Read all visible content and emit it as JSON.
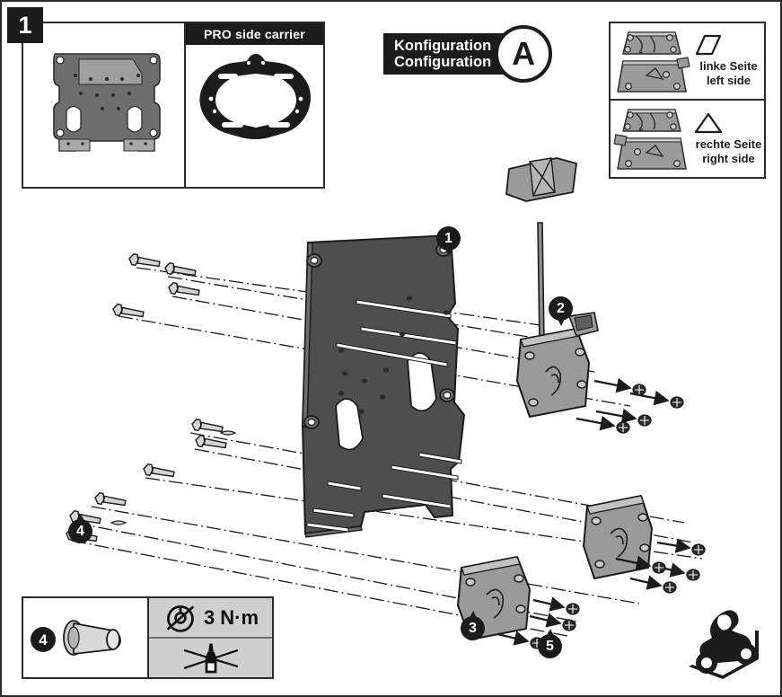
{
  "step": {
    "number": "1"
  },
  "parts_panel": {
    "left_cell": {
      "part_name": "adapter-plate",
      "header": ""
    },
    "right_cell": {
      "header": "PRO side carrier",
      "part_name": "pro-side-carrier"
    }
  },
  "configuration": {
    "label_de": "Konfiguration",
    "label_en": "Configuration",
    "letter": "A"
  },
  "legend": {
    "rows": [
      {
        "symbol": "parallelogram",
        "label_de": "linke Seite",
        "label_en": "left side"
      },
      {
        "symbol": "triangle",
        "label_de": "rechte Seite",
        "label_en": "right side"
      }
    ]
  },
  "callouts": [
    {
      "number": "1",
      "target": "adapter-plate"
    },
    {
      "number": "2",
      "target": "upper-bracket"
    },
    {
      "number": "3",
      "target": "lower-bracket"
    },
    {
      "number": "4",
      "target": "screws"
    },
    {
      "number": "5",
      "target": "nuts"
    }
  ],
  "torque_panel": {
    "quantity": "4",
    "fastener": "rivet-screw",
    "torque_value": "3 N·m",
    "no_torque_tool_icon": "crossed-out-torque-wrench-icon",
    "no_threadlocker_icon": "crossed-out-glue-bottle-icon"
  },
  "footer": {
    "icon": "motorcycle-rider-icon"
  },
  "colors": {
    "ink": "#1b1b1b",
    "plate_dark": "#4a4a4a",
    "bracket_gray": "#9a9a9a",
    "panel_gray": "#cfcfcf",
    "metal_light": "#d8d8d8",
    "white": "#ffffff"
  }
}
